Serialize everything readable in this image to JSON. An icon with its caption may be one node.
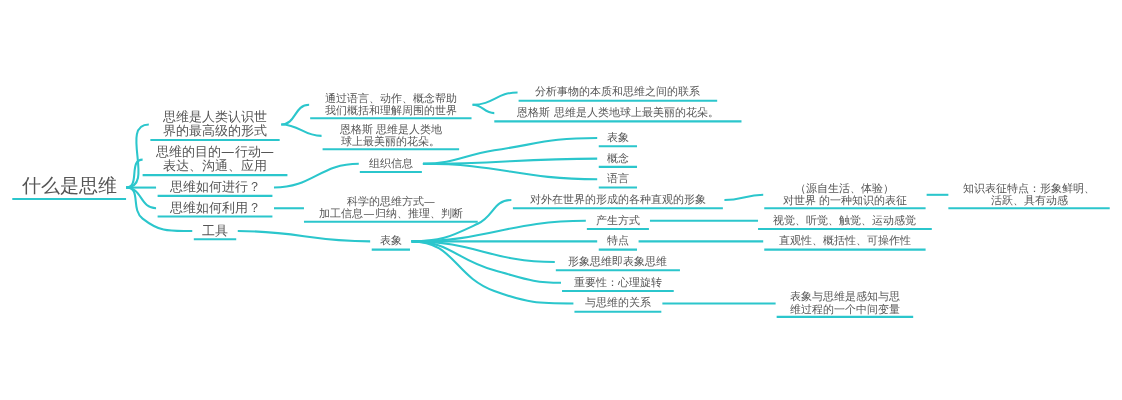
{
  "diagram": {
    "nodes": [
      {
        "text": [
          "什么是思维"
        ]
      },
      {
        "text": [
          "思维是人类认识世界的最高级的形式"
        ]
      },
      {
        "text": [
          "通过语言、动作、概念帮助我们概括和理解周围的世界"
        ]
      },
      {
        "text": [
          "分析事物的本质和思维之间的联系"
        ]
      },
      {
        "text": [
          "恩格斯 思维是人类地球上最美丽的花朵。"
        ]
      },
      {
        "text": [
          "恩格斯 思维是人类地球上最美丽的花朵。"
        ]
      },
      {
        "text": [
          "思维的目的—行动—表达、沟通、应用"
        ]
      },
      {
        "text": [
          "思维如何进行？"
        ]
      },
      {
        "text": [
          "组织信息"
        ]
      },
      {
        "text": [
          "表象"
        ]
      },
      {
        "text": [
          "概念"
        ]
      },
      {
        "text": [
          "语言"
        ]
      },
      {
        "text": [
          "思维如何利用？"
        ]
      },
      {
        "text": [
          "科学的思维方式—加工信息—归纳、推理、判断"
        ]
      },
      {
        "text": [
          "工具"
        ]
      },
      {
        "text": [
          "表象"
        ]
      },
      {
        "text": [
          "对外在世界的形成的各种直观的形象"
        ]
      },
      {
        "text": [
          "（源自生活、体验）对世界 的一种知识的表征"
        ]
      },
      {
        "text": [
          "知识表征特点：形象鲜明、活跃、具有动感"
        ]
      },
      {
        "text": [
          "产生方式"
        ]
      },
      {
        "text": [
          "视觉、听觉、触觉、运动感觉"
        ]
      },
      {
        "text": [
          "特点"
        ]
      },
      {
        "text": [
          "直观性、概括性、可操作性"
        ]
      },
      {
        "text": [
          "形象思维即表象思维"
        ]
      },
      {
        "text": [
          "重要性：心理旋转"
        ]
      },
      {
        "text": [
          "与思维的关系"
        ]
      },
      {
        "text": [
          "表象与思维是感知与思维过程的一个中间变量"
        ]
      }
    ],
    "edges": [
      {
        "from": 0,
        "to": 1,
        "arrow": "none"
      },
      {
        "from": 1,
        "to": 2,
        "arrow": "none"
      },
      {
        "from": 2,
        "to": 3,
        "arrow": "none"
      },
      {
        "from": 2,
        "to": 4,
        "arrow": "none"
      },
      {
        "from": 1,
        "to": 5,
        "arrow": "none"
      },
      {
        "from": 0,
        "to": 6,
        "arrow": "none"
      },
      {
        "from": 0,
        "to": 7,
        "arrow": "none"
      },
      {
        "from": 7,
        "to": 8,
        "arrow": "none"
      },
      {
        "from": 8,
        "to": 9,
        "arrow": "none"
      },
      {
        "from": 8,
        "to": 10,
        "arrow": "none"
      },
      {
        "from": 8,
        "to": 11,
        "arrow": "none"
      },
      {
        "from": 0,
        "to": 12,
        "arrow": "none"
      },
      {
        "from": 12,
        "to": 13,
        "arrow": "none"
      },
      {
        "from": 0,
        "to": 14,
        "arrow": "none"
      },
      {
        "from": 14,
        "to": 15,
        "arrow": "none"
      },
      {
        "from": 15,
        "to": 16,
        "arrow": "none"
      },
      {
        "from": 16,
        "to": 17,
        "arrow": "none"
      },
      {
        "from": 17,
        "to": 18,
        "arrow": "none"
      },
      {
        "from": 15,
        "to": 19,
        "arrow": "none"
      },
      {
        "from": 19,
        "to": 20,
        "arrow": "none"
      },
      {
        "from": 15,
        "to": 21,
        "arrow": "none"
      },
      {
        "from": 21,
        "to": 22,
        "arrow": "none"
      },
      {
        "from": 15,
        "to": 23,
        "arrow": "none"
      },
      {
        "from": 15,
        "to": 24,
        "arrow": "none"
      },
      {
        "from": 15,
        "to": 25,
        "arrow": "none"
      },
      {
        "from": 25,
        "to": 26,
        "arrow": "none"
      }
    ]
  }
}
